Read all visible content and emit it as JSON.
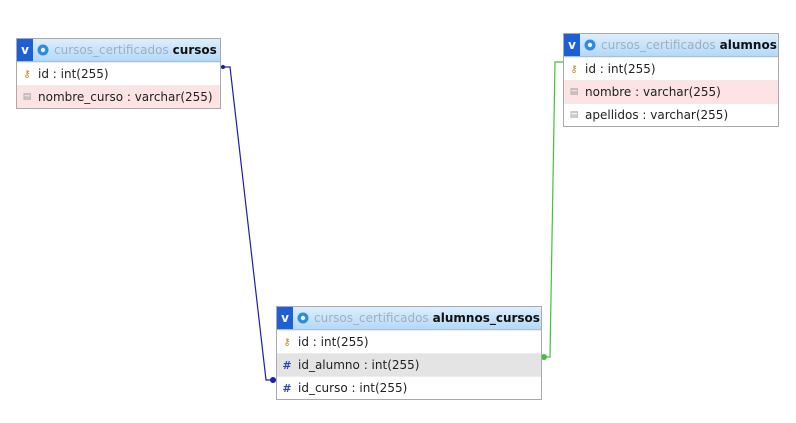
{
  "link_colors": {
    "cursos_link": "#1d1dae",
    "alumnos_link": "#3fc33f"
  },
  "icons": {
    "toggle": "v-toggle",
    "table": "gear-icon",
    "primary": "key-icon",
    "column": "column-icon",
    "index": "hash-icon"
  },
  "tables": {
    "cursos": {
      "toggle": "v",
      "db": "cursos_certificados",
      "name": "cursos",
      "fields": [
        "id : int(255)",
        "nombre_curso : varchar(255)"
      ]
    },
    "alumnos": {
      "toggle": "v",
      "db": "cursos_certificados",
      "name": "alumnos",
      "fields": [
        "id : int(255)",
        "nombre : varchar(255)",
        "apellidos : varchar(255)"
      ]
    },
    "alumnos_cursos": {
      "toggle": "v",
      "db": "cursos_certificados",
      "name": "alumnos_cursos",
      "fields": [
        "id : int(255)",
        "id_alumno : int(255)",
        "id_curso : int(255)"
      ]
    }
  },
  "index_glyph": "#",
  "key_glyph": "⚷",
  "col_glyph": "▤"
}
